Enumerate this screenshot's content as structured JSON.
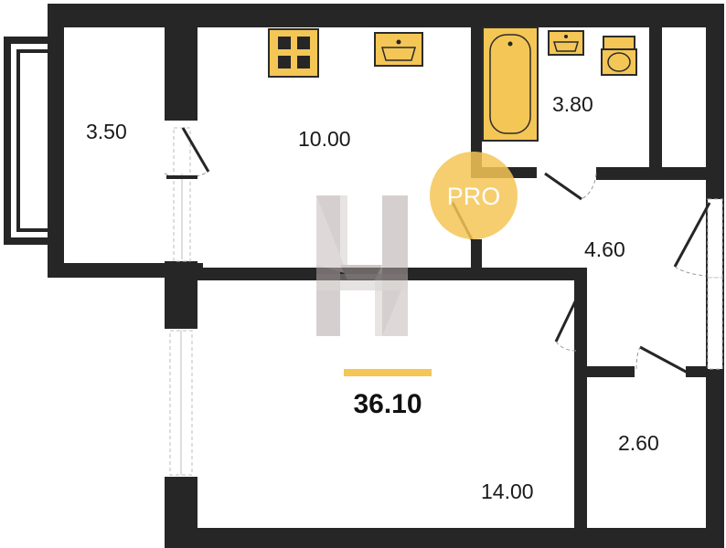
{
  "plan": {
    "total_area": "36.10",
    "rooms": [
      {
        "id": "balcony",
        "area": "3.50"
      },
      {
        "id": "kitchen",
        "area": "10.00"
      },
      {
        "id": "bathroom",
        "area": "3.80"
      },
      {
        "id": "hallway",
        "area": "4.60"
      },
      {
        "id": "living-room",
        "area": "14.00"
      },
      {
        "id": "closet",
        "area": "2.60"
      }
    ]
  },
  "badge": {
    "text": "PRO"
  },
  "colors": {
    "accent": "#f4c656",
    "wall": "#262626",
    "watermark": "#cfc7c5"
  },
  "icons": {
    "stove": "stove-icon",
    "kitchen_sink": "kitchen-sink-icon",
    "bathtub": "bathtub-icon",
    "washbasin": "washbasin-icon",
    "toilet": "toilet-icon",
    "logo": "h-logo-watermark"
  }
}
